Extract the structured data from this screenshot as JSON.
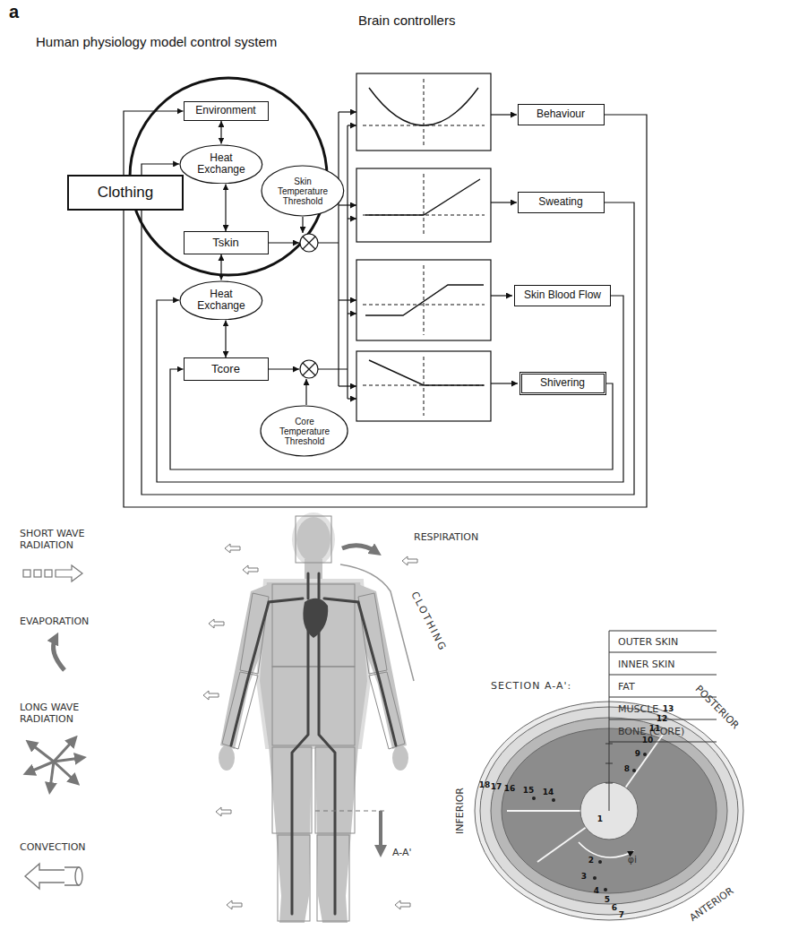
{
  "diagram": {
    "nodes": [
      {
        "text": [
          "Environment"
        ]
      },
      {
        "text": [
          "Heat Exchange"
        ]
      },
      {
        "text": [
          "Clothing"
        ]
      },
      {
        "text": [
          "Tskin"
        ]
      },
      {
        "text": [
          "Skin Temperature Threshold"
        ]
      },
      {
        "text": [
          "Heat Exchange"
        ]
      },
      {
        "text": [
          "Tcore"
        ]
      },
      {
        "text": [
          "Core Temperature Threshold"
        ]
      },
      {
        "text": [
          "Behaviour"
        ]
      },
      {
        "text": [
          "Sweating"
        ]
      },
      {
        "text": [
          "Skin Blood Flow"
        ]
      },
      {
        "text": [
          "Shivering"
        ]
      }
    ],
    "edges": [
      {
        "from": 0,
        "to": 1,
        "arrow": "both"
      },
      {
        "from": 1,
        "to": 3,
        "arrow": "both"
      },
      {
        "from": 3,
        "to": 5,
        "arrow": "both"
      },
      {
        "from": 5,
        "to": 6,
        "arrow": "both"
      },
      {
        "from": 8,
        "to": 0,
        "arrow": "to"
      },
      {
        "from": 9,
        "to": 1,
        "arrow": "to"
      },
      {
        "from": 10,
        "to": 5,
        "arrow": "to"
      },
      {
        "from": 11,
        "to": 6,
        "arrow": "to"
      }
    ],
    "labels": [
      "a",
      "Human physiology model control system",
      "Brain controllers",
      "SHORT WAVE RADIATION",
      "EVAPORATION",
      "LONG WAVE RADIATION",
      "CONVECTION",
      "RESPIRATION",
      "CLOTHING",
      "A-A'",
      "SECTION A-A':",
      "OUTER SKIN",
      "INNER SKIN",
      "FAT",
      "MUSCLE",
      "BONE (CORE)",
      "POSTERIOR",
      "INFERIOR",
      "ANTERIOR",
      "1",
      "2",
      "3",
      "4",
      "5",
      "6",
      "7",
      "8",
      "9",
      "10",
      "11",
      "12",
      "13",
      "14",
      "15",
      "16",
      "17",
      "18",
      "φi"
    ]
  }
}
